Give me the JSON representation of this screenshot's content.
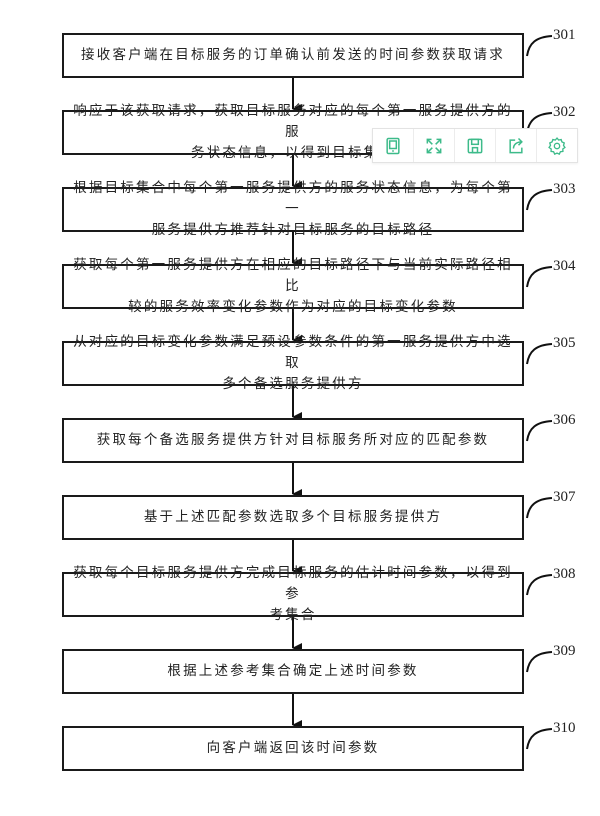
{
  "flowchart": {
    "steps": [
      {
        "id": "301",
        "lines": [
          "接收客户端在目标服务的订单确认前发送的时间参数获取请求"
        ]
      },
      {
        "id": "302",
        "lines": [
          "响应于该获取请求，获取目标服务对应的每个第一服务提供方的服",
          "务状态信息，以得到目标集合"
        ]
      },
      {
        "id": "303",
        "lines": [
          "根据目标集合中每个第一服务提供方的服务状态信息，为每个第一",
          "服务提供方推荐针对目标服务的目标路径"
        ]
      },
      {
        "id": "304",
        "lines": [
          "获取每个第一服务提供方在相应的目标路径下与当前实际路径相比",
          "较的服务效率变化参数作为对应的目标变化参数"
        ]
      },
      {
        "id": "305",
        "lines": [
          "从对应的目标变化参数满足预设参数条件的第一服务提供方中选取",
          "多个备选服务提供方"
        ]
      },
      {
        "id": "306",
        "lines": [
          "获取每个备选服务提供方针对目标服务所对应的匹配参数"
        ]
      },
      {
        "id": "307",
        "lines": [
          "基于上述匹配参数选取多个目标服务提供方"
        ]
      },
      {
        "id": "308",
        "lines": [
          "获取每个目标服务提供方完成目标服务的估计时间参数，以得到参",
          "考集合"
        ]
      },
      {
        "id": "309",
        "lines": [
          "根据上述参考集合确定上述时间参数"
        ]
      },
      {
        "id": "310",
        "lines": [
          "向客户端返回该时间参数"
        ]
      }
    ]
  },
  "toolbar": {
    "accent_color": "#3dbb8a",
    "buttons": [
      {
        "name": "tablet-view",
        "icon": "tablet-icon"
      },
      {
        "name": "fullscreen",
        "icon": "expand-icon"
      },
      {
        "name": "save",
        "icon": "save-icon"
      },
      {
        "name": "share",
        "icon": "share-icon"
      },
      {
        "name": "settings",
        "icon": "gear-icon"
      }
    ]
  }
}
